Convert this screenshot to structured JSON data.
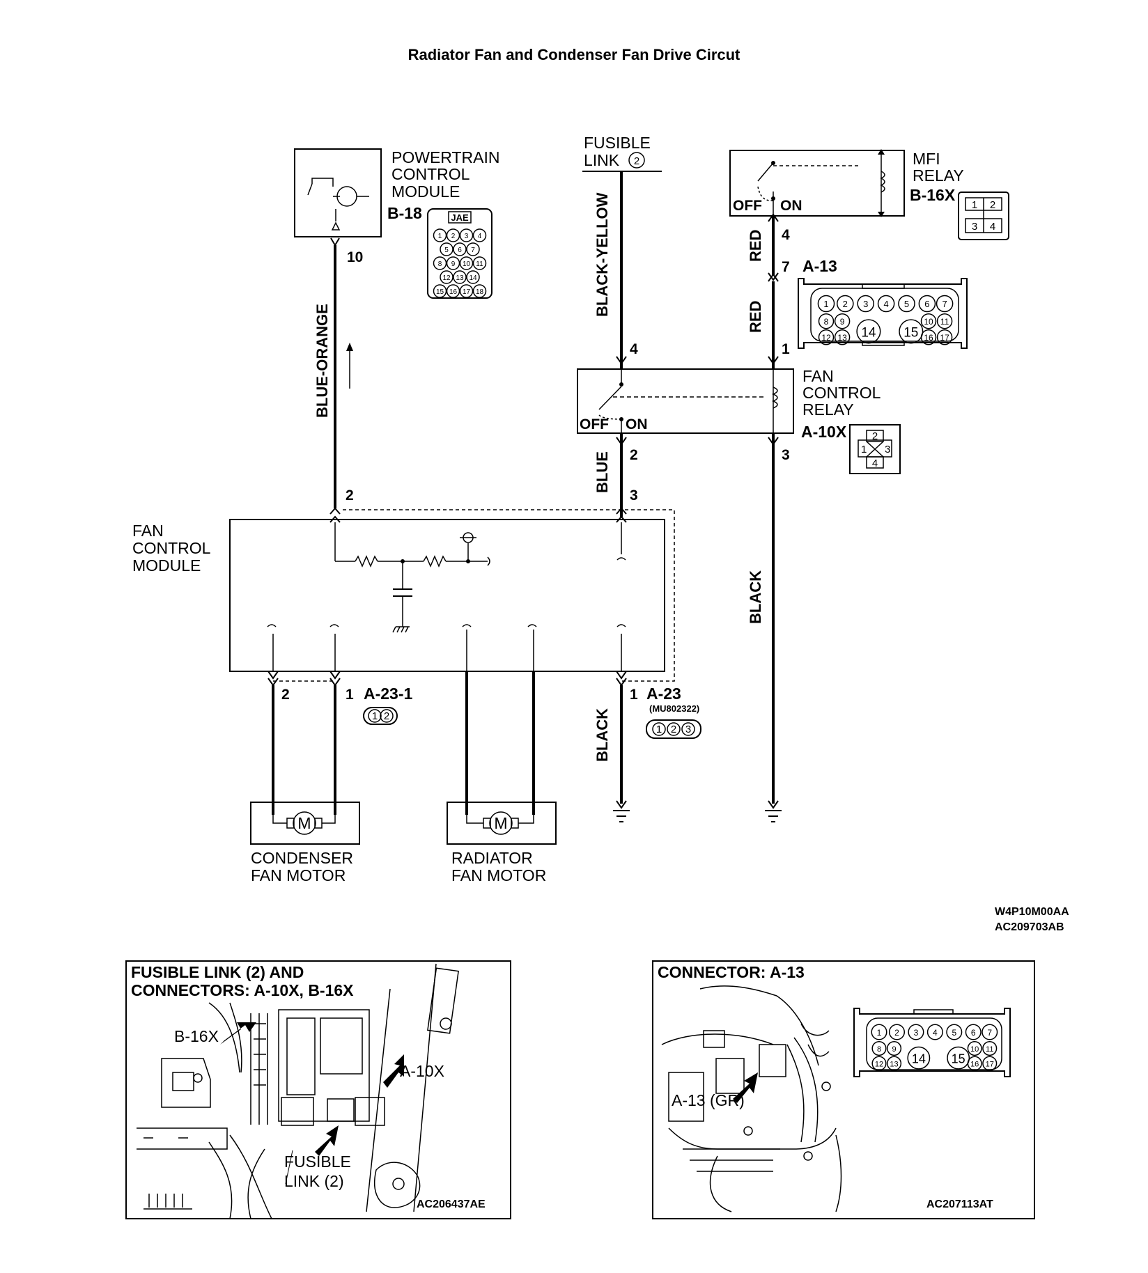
{
  "title": "Radiator Fan and Condenser Fan Drive Circut",
  "components": {
    "pcm": {
      "line1": "POWERTRAIN",
      "line2": "CONTROL",
      "line3": "MODULE",
      "connector": "B-18",
      "connector_tag": "JAE",
      "pin": "10"
    },
    "fusible_link": {
      "line1": "FUSIBLE",
      "line2": "LINK",
      "number": "2"
    },
    "mfi_relay": {
      "line1": "MFI",
      "line2": "RELAY",
      "connector": "B-16X",
      "off": "OFF",
      "on": "ON",
      "pin": "4"
    },
    "fan_relay": {
      "line1": "FAN",
      "line2": "CONTROL",
      "line3": "RELAY",
      "connector": "A-10X",
      "off": "OFF",
      "on": "ON",
      "pin4": "4",
      "pin1": "1",
      "pin2": "2",
      "pin3": "3"
    },
    "a13": {
      "connector": "A-13",
      "pin": "7"
    },
    "fcm": {
      "line1": "FAN",
      "line2": "CONTROL",
      "line3": "MODULE",
      "pin2": "2",
      "pin3": "3"
    },
    "a231": {
      "connector": "A-23-1",
      "pinA": "2",
      "pinB": "1"
    },
    "a23": {
      "connector": "A-23",
      "part": "(MU802322)",
      "pin": "1"
    },
    "condenser_motor": {
      "line1": "CONDENSER",
      "line2": "FAN MOTOR",
      "symbol": "M"
    },
    "radiator_motor": {
      "line1": "RADIATOR",
      "line2": "FAN MOTOR",
      "symbol": "M"
    }
  },
  "wires": {
    "blue_orange": "BLUE-ORANGE",
    "black_yellow": "BLACK-YELLOW",
    "red_top": "RED",
    "red_mid": "RED",
    "blue": "BLUE",
    "black_left": "BLACK",
    "black_right": "BLACK"
  },
  "pinouts": {
    "b18": [
      [
        "1",
        "2",
        "3",
        "4"
      ],
      [
        "5",
        "6",
        "7"
      ],
      [
        "8",
        "9",
        "10",
        "11"
      ],
      [
        "12",
        "13",
        "14"
      ],
      [
        "15",
        "16",
        "17",
        "18"
      ]
    ],
    "b16x": [
      "1",
      "2",
      "3",
      "4"
    ],
    "a10x": [
      "1",
      "2",
      "3",
      "4"
    ],
    "a13": [
      [
        "1",
        "2",
        "3",
        "4",
        "5",
        "6",
        "7"
      ],
      [
        "8",
        "9",
        "10",
        "11"
      ],
      [
        "12",
        "13",
        "14",
        "15",
        "16",
        "17"
      ]
    ],
    "a231": [
      "1",
      "2"
    ],
    "a23": [
      "1",
      "2",
      "3"
    ]
  },
  "refs": {
    "diagram_code": "W4P10M00AA",
    "diagram_ref": "AC209703AB"
  },
  "inset_left": {
    "title1": "FUSIBLE LINK (2) AND",
    "title2": "CONNECTORS: A-10X, B-16X",
    "callout_b16x": "B-16X",
    "callout_a10x": "A-10X",
    "callout_fl1": "FUSIBLE",
    "callout_fl2": "LINK (2)",
    "code": "AC206437AE"
  },
  "inset_right": {
    "title": "CONNECTOR: A-13",
    "callout": "A-13 (GR)",
    "code": "AC207113AT"
  }
}
